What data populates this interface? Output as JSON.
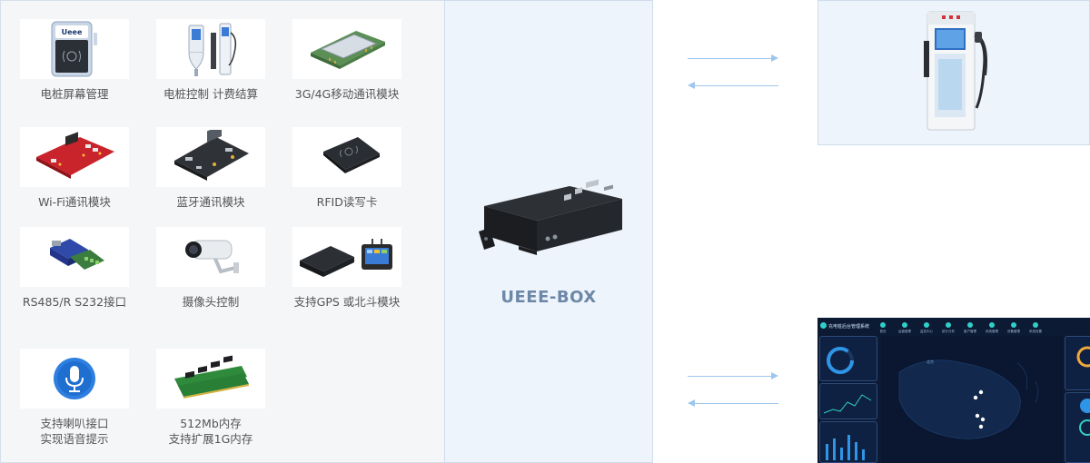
{
  "modules": [
    {
      "label_lines": [
        "电桩屏幕管理"
      ],
      "icon": "screen-card-icon"
    },
    {
      "label_lines": [
        "电桩控制 计费结算"
      ],
      "icon": "charger-control-icon"
    },
    {
      "label_lines": [
        "3G/4G移动通讯模块"
      ],
      "icon": "cellular-module-icon"
    },
    {
      "label_lines": [
        "Wi-Fi通讯模块"
      ],
      "icon": "wifi-board-icon"
    },
    {
      "label_lines": [
        "蓝牙通讯模块"
      ],
      "icon": "bluetooth-board-icon"
    },
    {
      "label_lines": [
        "RFID读写卡"
      ],
      "icon": "rfid-reader-icon"
    },
    {
      "label_lines": [
        "RS485/R S232接口"
      ],
      "icon": "serial-adapter-icon"
    },
    {
      "label_lines": [
        "摄像头控制"
      ],
      "icon": "camera-icon"
    },
    {
      "label_lines": [
        "支持GPS 或北斗模块"
      ],
      "icon": "gps-module-icon"
    },
    {
      "label_lines": [
        "支持喇叭接口",
        "实现语音提示"
      ],
      "icon": "microphone-icon"
    },
    {
      "label_lines": [
        "512Mb内存",
        "支持扩展1G内存"
      ],
      "icon": "memory-module-icon"
    }
  ],
  "box": {
    "title": "UEEE-BOX",
    "icon": "gateway-box-icon"
  },
  "screen_card_brand": "Ueee",
  "dashboard": {
    "title": "充电桩后台管理系统",
    "nav": [
      "首页",
      "运营管理",
      "监控中心",
      "统计分析",
      "客户管理",
      "系统管理",
      "设备管理",
      "系统设置"
    ],
    "map_label": "北京"
  },
  "colors": {
    "box_title": "#6c87a8",
    "arrow": "#9fc6ef",
    "panel_border": "#cfdcec",
    "dash_bg": "#0d1a33",
    "dash_accent": "#2fd0c8"
  }
}
